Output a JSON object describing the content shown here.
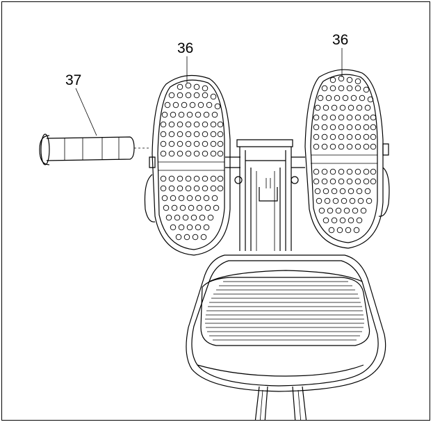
{
  "diagram": {
    "callouts": [
      {
        "id": "left-footrest",
        "label": "36"
      },
      {
        "id": "right-footrest",
        "label": "36"
      },
      {
        "id": "foam-grip",
        "label": "37"
      }
    ]
  }
}
